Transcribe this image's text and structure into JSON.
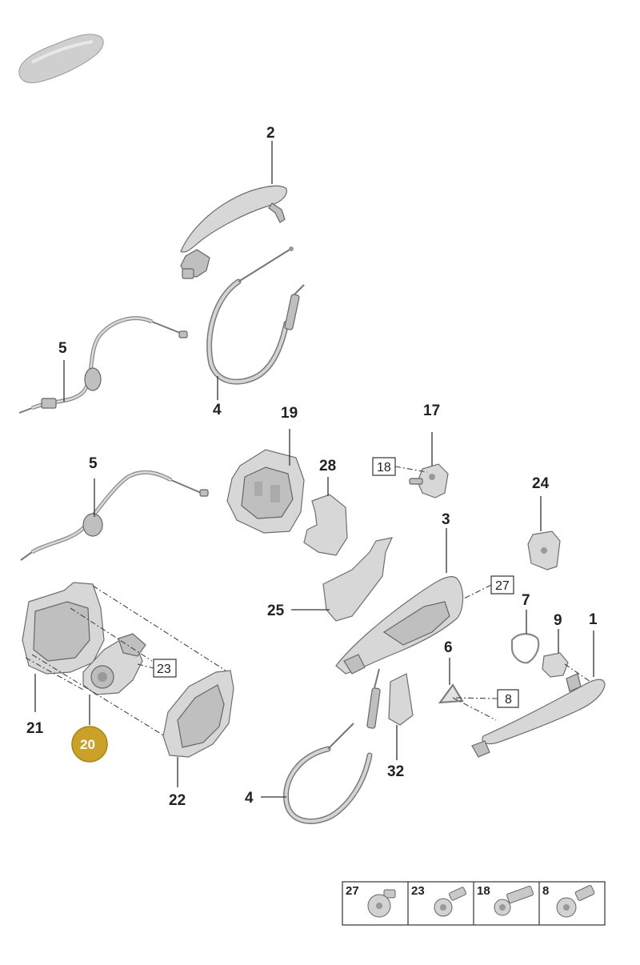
{
  "callouts": {
    "c1": "1",
    "c2": "2",
    "c3": "3",
    "c4a": "4",
    "c4b": "4",
    "c5a": "5",
    "c5b": "5",
    "c6": "6",
    "c7": "7",
    "c9": "9",
    "c17": "17",
    "c19": "19",
    "c20": "20",
    "c21": "21",
    "c22": "22",
    "c24": "24",
    "c25": "25",
    "c28": "28",
    "c32": "32"
  },
  "boxed_callouts": {
    "b18": "18",
    "b27": "27",
    "b23": "23",
    "b8": "8"
  },
  "highlight": {
    "part": "20",
    "color": "#c9a227"
  },
  "fastener_table": {
    "cells": [
      {
        "label": "27",
        "icon": "round-head-screw-icon"
      },
      {
        "label": "23",
        "icon": "flanged-screw-icon"
      },
      {
        "label": "18",
        "icon": "torx-bolt-icon"
      },
      {
        "label": "8",
        "icon": "pan-head-screw-icon"
      }
    ]
  },
  "colors": {
    "part_fill": "#d7d7d7",
    "part_stroke": "#6e6e6e",
    "highlight": "#c9a227"
  }
}
